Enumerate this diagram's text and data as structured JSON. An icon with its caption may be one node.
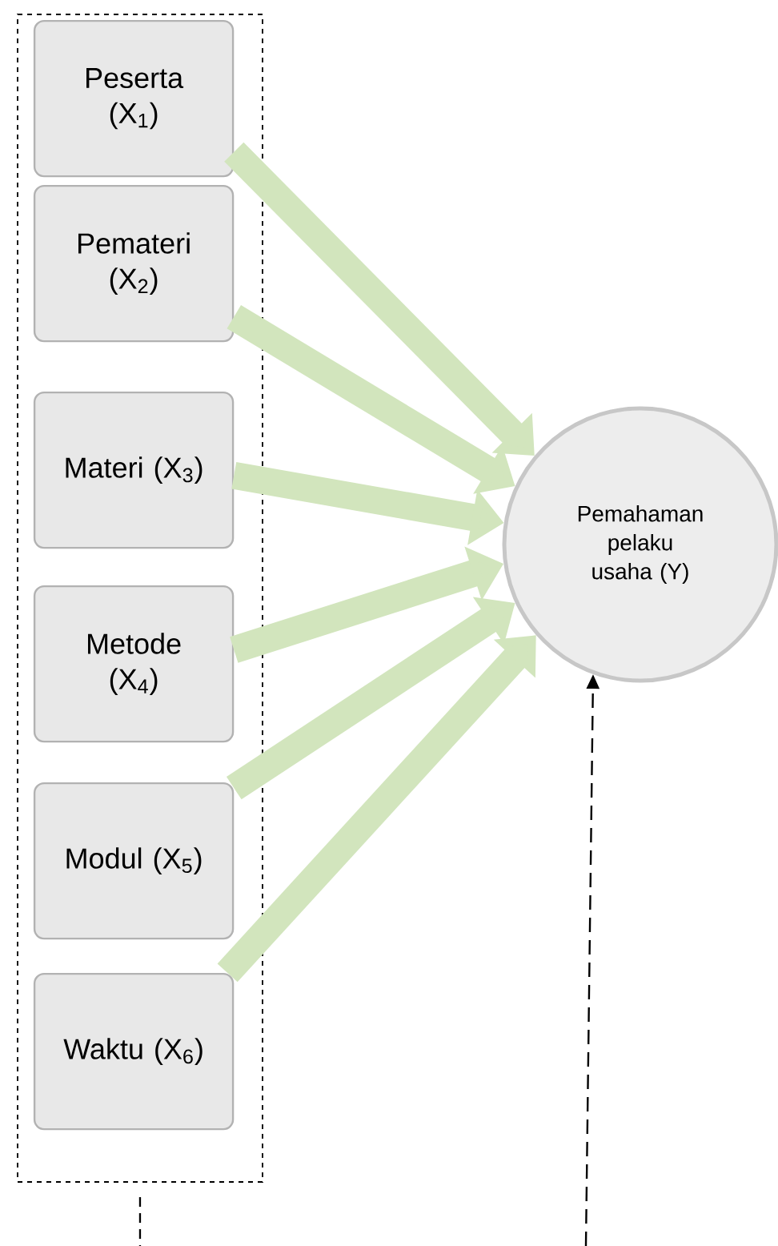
{
  "diagram": {
    "nodes": [
      {
        "text": [],
        "shape": "box"
      },
      {
        "text": [
          "Peserta (X$_{1}$)"
        ],
        "in": 0
      },
      {
        "text": [
          "Pemateri (X$_{2}$)"
        ],
        "in": 0
      },
      {
        "text": [
          "Materi (X$_{3}$)"
        ],
        "in": 0
      },
      {
        "text": [
          "Metode (X$_{4}$)"
        ],
        "in": 0
      },
      {
        "text": [
          "Modul (X$_{5}$)"
        ],
        "in": 0
      },
      {
        "text": [
          "Waktu (X$_{6}$)"
        ],
        "in": 0
      },
      {
        "text": [
          "Pemahaman pelaku usaha (Y)"
        ]
      }
    ],
    "edges": [
      {
        "from": 1,
        "to": 7,
        "arrow": "to"
      },
      {
        "from": 2,
        "to": 7,
        "arrow": "to"
      },
      {
        "from": 3,
        "to": 7,
        "arrow": "to"
      },
      {
        "from": 4,
        "to": 7,
        "arrow": "to"
      },
      {
        "from": 5,
        "to": 7,
        "arrow": "to"
      },
      {
        "from": 6,
        "to": 7,
        "arrow": "to"
      },
      {
        "from": 0,
        "to": null,
        "arrow": "none",
        "style": "dashed",
        "color": "#000000"
      },
      {
        "from": null,
        "to": 7,
        "arrow": "to",
        "style": "dashed",
        "color": "#000000"
      }
    ]
  }
}
